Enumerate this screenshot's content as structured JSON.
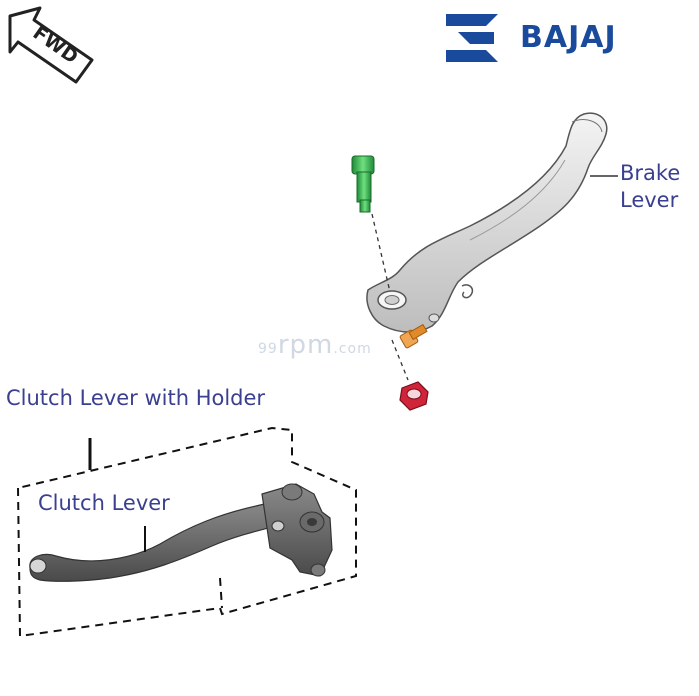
{
  "brand": {
    "name": "BAJAJ",
    "color": "#1a4a9c"
  },
  "fwd_arrow": {
    "text": "FWD"
  },
  "watermark": {
    "prefix": "99",
    "main": "rpm",
    "suffix": ".com"
  },
  "labels": {
    "brake_lever": [
      "Brake",
      "Lever"
    ],
    "clutch_lever_with_holder": "Clutch Lever with Holder",
    "clutch_lever": "Clutch Lever"
  },
  "colors": {
    "label_text": "#3a3f8f",
    "bolt": "#2bb04a",
    "pivot_pin": "#e08a2a",
    "nut": "#d0243a",
    "lever_light": "#e0e0e0",
    "lever_dark": "#6b6b6b"
  },
  "icons": {
    "fwd": "fwd-arrow-icon",
    "brand": "bajaj-logo-icon"
  }
}
